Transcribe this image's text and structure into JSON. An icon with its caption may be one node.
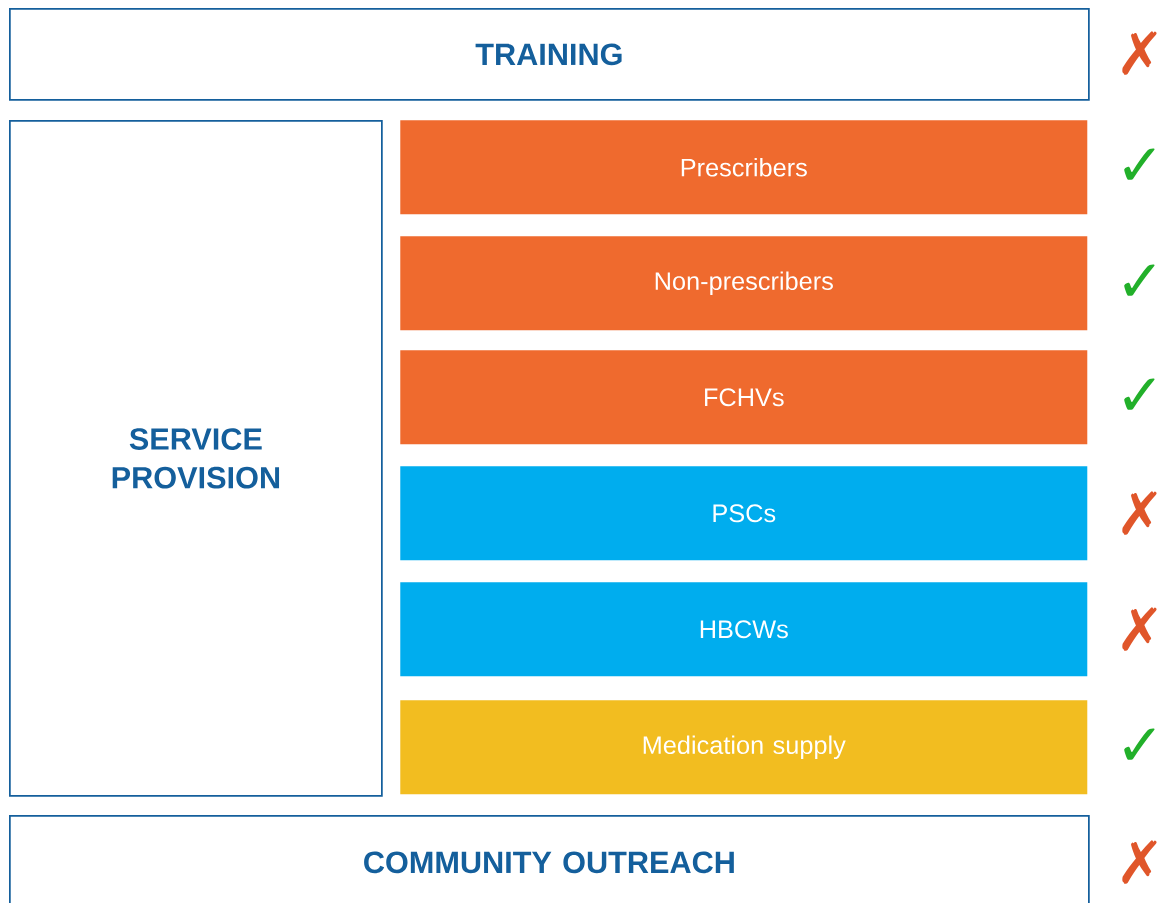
{
  "diagram": {
    "nodes": [
      {
        "text": [
          "TRAINING"
        ],
        "beside": [
          "✗"
        ]
      },
      {
        "text": [
          "SERVICE PROVISION"
        ]
      },
      {
        "text": [
          "Prescribers"
        ],
        "beside": [
          "✓"
        ]
      },
      {
        "text": [
          "Non-prescribers"
        ],
        "beside": [
          "✓"
        ]
      },
      {
        "text": [
          "FCHVs"
        ],
        "beside": [
          "✓"
        ]
      },
      {
        "text": [
          "PSCs"
        ],
        "beside": [
          "✗"
        ]
      },
      {
        "text": [
          "HBCWs"
        ],
        "beside": [
          "✗"
        ]
      },
      {
        "text": [
          "Medication supply"
        ],
        "beside": [
          "✓"
        ]
      },
      {
        "text": [
          "COMMUNITY OUTREACH"
        ],
        "beside": [
          "✗"
        ]
      }
    ]
  }
}
